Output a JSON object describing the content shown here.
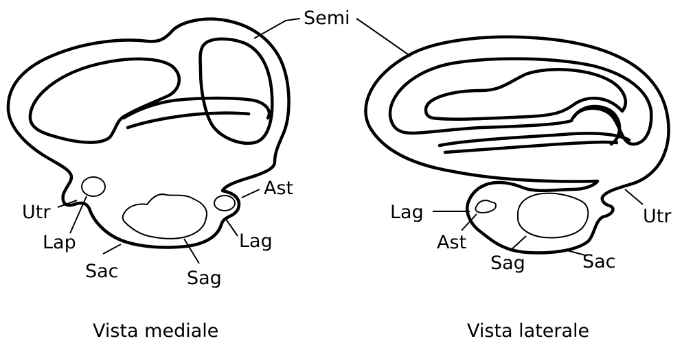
{
  "labels": {
    "semi": "Semi",
    "medial_utr": "Utr",
    "medial_lap": "Lap",
    "medial_sac": "Sac",
    "medial_sag": "Sag",
    "medial_ast": "Ast",
    "medial_lag": "Lag",
    "lateral_lag": "Lag",
    "lateral_ast": "Ast",
    "lateral_sag": "Sag",
    "lateral_sac": "Sac",
    "lateral_utr": "Utr"
  },
  "captions": {
    "medial": "Vista mediale",
    "lateral": "Vista laterale"
  }
}
